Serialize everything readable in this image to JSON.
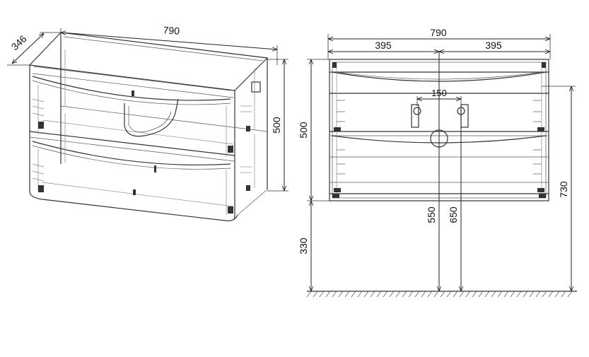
{
  "iso_view": {
    "width_label": "790",
    "depth_label": "346",
    "height_label": "500"
  },
  "front_view": {
    "total_width_label": "790",
    "half_left_label": "395",
    "half_right_label": "395",
    "bracket_spacing_label": "150",
    "body_height_label": "500",
    "floor_gap_label": "330",
    "drain_height_label": "550",
    "bracket_height_label": "650",
    "top_height_label": "730"
  }
}
